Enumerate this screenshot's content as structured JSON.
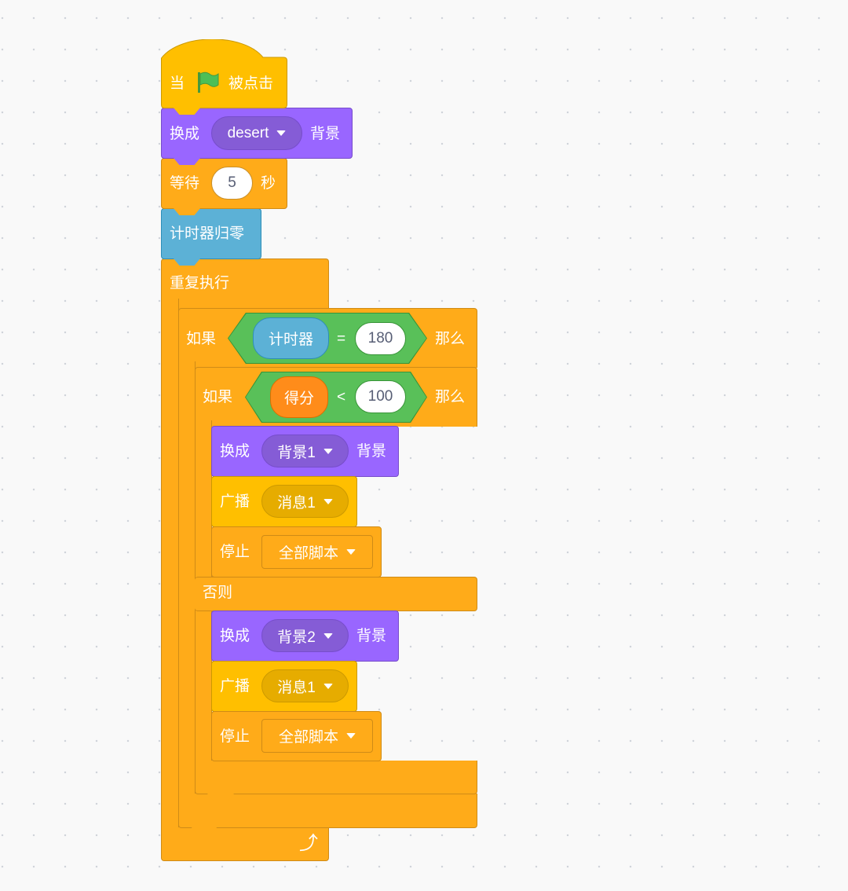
{
  "script": {
    "hat": {
      "prefix": "当",
      "icon": "green-flag-icon",
      "suffix": "被点击"
    },
    "switch_backdrop_1": {
      "label": "换成",
      "value": "desert",
      "suffix": "背景"
    },
    "wait": {
      "label": "等待",
      "value": "5",
      "suffix": "秒"
    },
    "reset_timer": {
      "label": "计时器归零"
    },
    "forever": {
      "label": "重复执行",
      "icon": "loop-arrow-icon"
    },
    "if_outer": {
      "label": "如果",
      "reporter": "计时器",
      "operator": "=",
      "value": "180",
      "then": "那么"
    },
    "if_inner": {
      "label": "如果",
      "reporter": "得分",
      "operator": "<",
      "value": "100",
      "then": "那么",
      "else": "否则"
    },
    "then_branch": {
      "switch": {
        "label": "换成",
        "value": "背景1",
        "suffix": "背景"
      },
      "broadcast": {
        "label": "广播",
        "value": "消息1"
      },
      "stop": {
        "label": "停止",
        "value": "全部脚本"
      }
    },
    "else_branch": {
      "switch": {
        "label": "换成",
        "value": "背景2",
        "suffix": "背景"
      },
      "broadcast": {
        "label": "广播",
        "value": "消息1"
      },
      "stop": {
        "label": "停止",
        "value": "全部脚本"
      }
    }
  },
  "colors": {
    "events": "#ffbf00",
    "control": "#ffab19",
    "looks": "#9966ff",
    "sensing": "#5cb1d6",
    "operators": "#59c059",
    "variables": "#ff8c1a"
  }
}
